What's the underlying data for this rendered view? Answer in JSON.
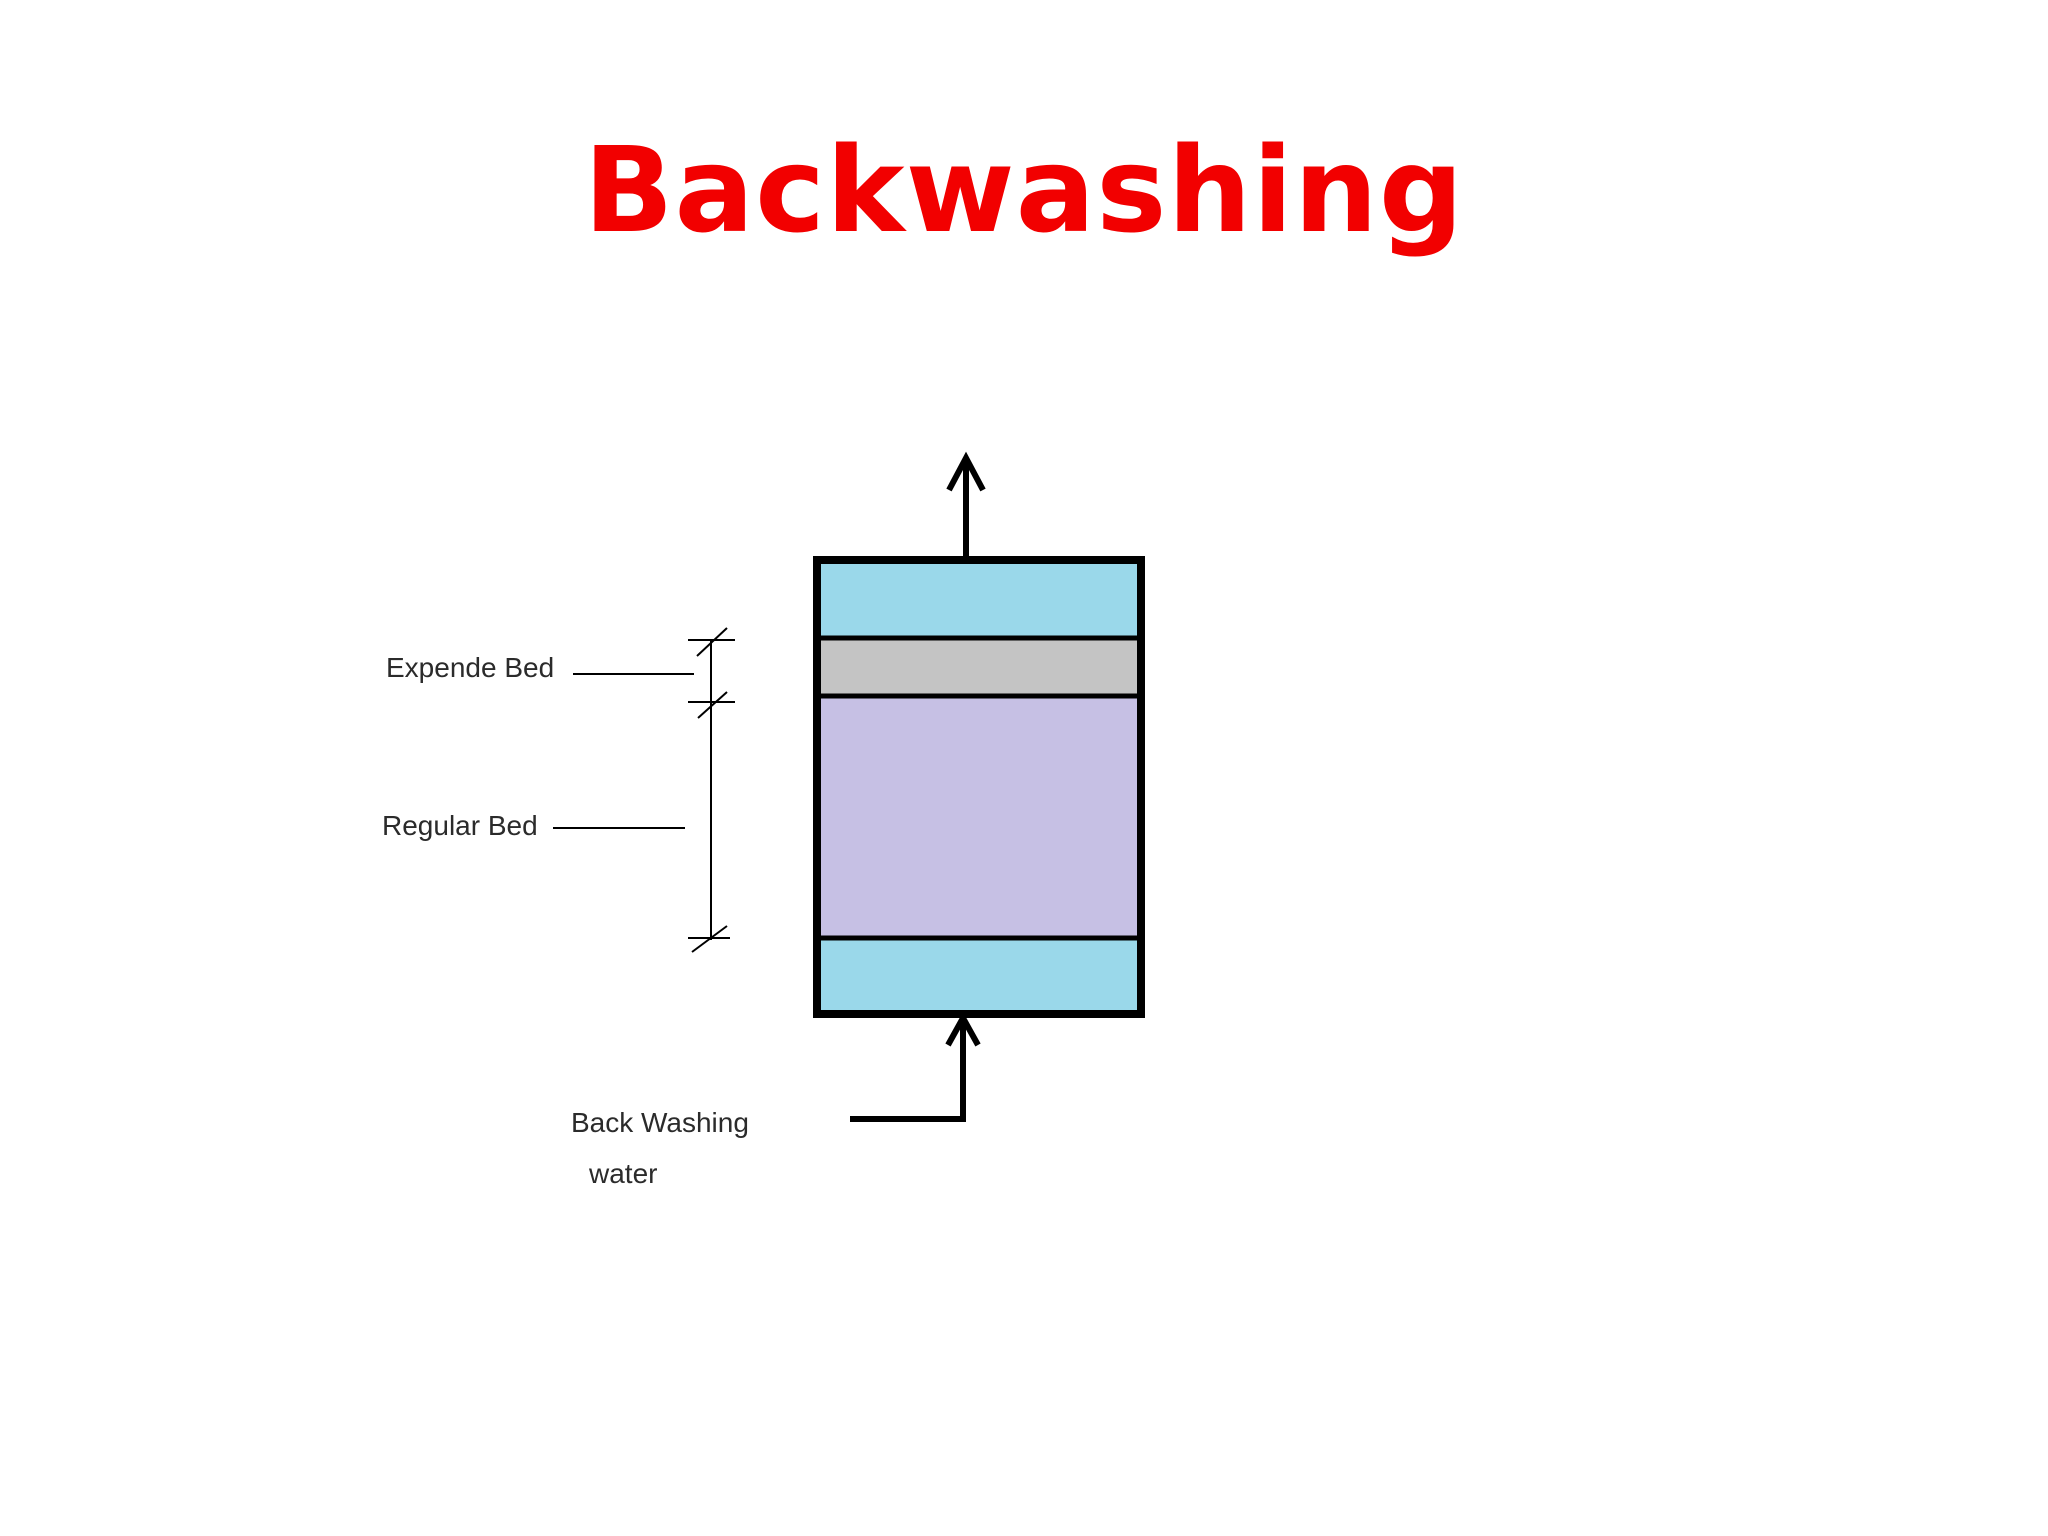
{
  "title": "Backwashing",
  "labels": {
    "expanded_bed": "Expende Bed",
    "regular_bed": "Regular Bed",
    "inlet_line1": "Back Washing",
    "inlet_line2": "water"
  },
  "colors": {
    "title": "#f20000",
    "water_layer": "#9ad8ea",
    "expanded_bed_layer": "#c4c4c4",
    "regular_bed_layer": "#c6c0e4",
    "outline": "#000000"
  },
  "icons": {
    "outlet": "arrow-up-icon",
    "inlet": "arrow-up-icon"
  }
}
